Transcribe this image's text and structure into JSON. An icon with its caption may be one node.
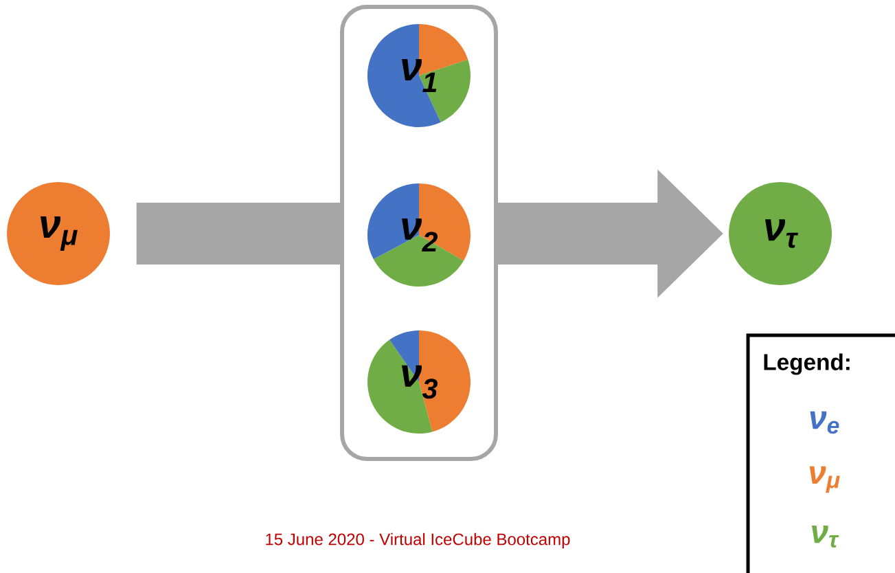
{
  "diagram": {
    "nodes": [
      {
        "text": [
          "ν$_{μ}$"
        ]
      },
      {
        "text": [],
        "shape": "box"
      },
      {
        "text": [
          "ν$_{1}$"
        ],
        "in": 1
      },
      {
        "text": [
          "ν$_{2}$"
        ],
        "in": 1
      },
      {
        "text": [
          "ν$_{3}$"
        ],
        "in": 1
      },
      {
        "text": [
          "ν$_{τ}$"
        ]
      }
    ],
    "edges": [
      {
        "from": 0,
        "to": 5,
        "arrow": "to",
        "style": "thick"
      }
    ],
    "labels": [
      "Legend:",
      "15 June 2020 - Virtual IceCube Bootcamp"
    ],
    "legend": [
      {
        "text": "ν$_{e}$",
        "color": "#4472c4"
      },
      {
        "text": "ν$_{μ}$",
        "color": "#ed7d31"
      },
      {
        "text": "ν$_{τ}$",
        "color": "#70ad47"
      }
    ]
  }
}
